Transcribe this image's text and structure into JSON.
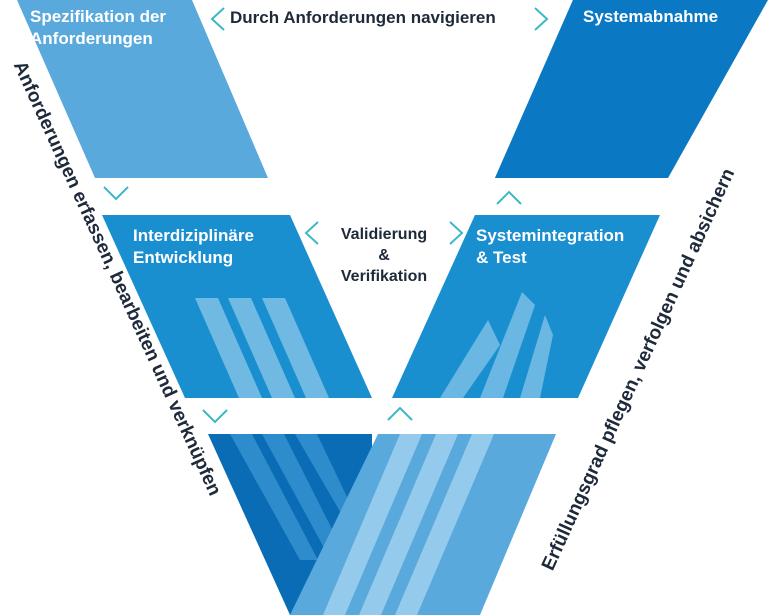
{
  "blocks": {
    "spec": {
      "label_line1": "Spezifikation der",
      "label_line2": "Anforderungen",
      "color": "#5aa9dd"
    },
    "acceptance": {
      "label": "Systemabnahme",
      "color": "#0a78c2"
    },
    "development": {
      "label_line1": "Interdiziplinäre",
      "label_line2": "Entwicklung",
      "color": "#1a8fd0"
    },
    "integration": {
      "label_line1": "Systemintegration",
      "label_line2": "& Test",
      "color": "#1a8fd0"
    },
    "bottom_dark": {
      "color": "#0a6cb5"
    },
    "bottom_light": {
      "color": "#5aa9dd"
    }
  },
  "arrows": {
    "top_label": "Durch Anforderungen navigieren",
    "middle_label_line1": "Validierung",
    "middle_label_line2": "&",
    "middle_label_line3": "Verifikation",
    "arrow_color": "#3cb8c4"
  },
  "side_labels": {
    "left": "Anforderungen erfassen, bearbeiten und verknüpfen",
    "right": "Erfüllungsgrad pflegen, verfolgen und absichern"
  }
}
